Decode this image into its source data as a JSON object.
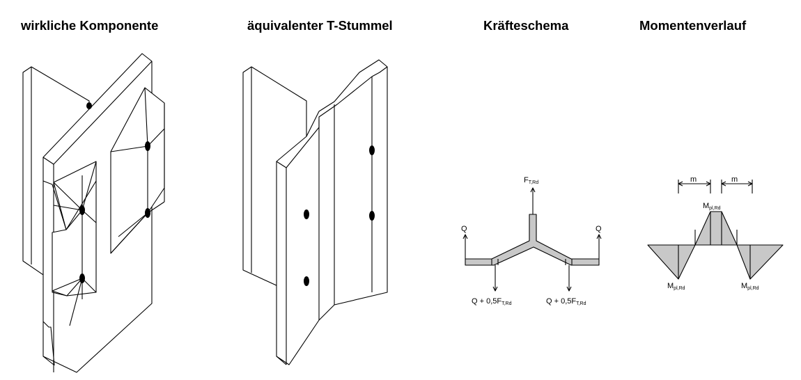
{
  "titles": {
    "real_component": "wirkliche Komponente",
    "equivalent_t_stub": "äquivalenter T-Stummel",
    "force_scheme": "Kräfteschema",
    "moment_diagram": "Momentenverlauf"
  },
  "force_scheme": {
    "f_main": "F",
    "f_sub": "T,Rd",
    "q_left": "Q",
    "q_right": "Q",
    "load_left_prefix": "Q + 0,5F",
    "load_left_sub": "T,Rd",
    "load_right_prefix": "Q + 0,5F",
    "load_right_sub": "T,Rd"
  },
  "moment_diagram": {
    "m_left": "m",
    "m_right": "m",
    "mpl_top_main": "M",
    "mpl_top_sub": "pl,Rd",
    "mpl_left_main": "M",
    "mpl_left_sub": "pl,Rd",
    "mpl_right_main": "M",
    "mpl_right_sub": "pl,Rd"
  },
  "colors": {
    "line": "#000000",
    "fill_gray": "#c8c8c8",
    "background": "#ffffff"
  }
}
